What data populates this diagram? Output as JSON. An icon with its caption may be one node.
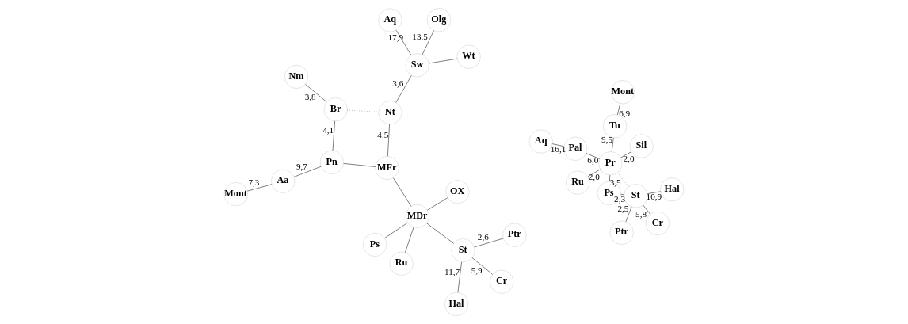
{
  "diagram": {
    "nodes": [
      {
        "text": [
          "Mont"
        ]
      },
      {
        "text": [
          "Tu"
        ]
      },
      {
        "text": [
          "Pal"
        ]
      },
      {
        "text": [
          "Aq"
        ]
      },
      {
        "text": [
          "Sil"
        ]
      },
      {
        "text": [
          "Pr"
        ]
      },
      {
        "text": [
          "Ru"
        ]
      },
      {
        "text": [
          "Hal"
        ]
      },
      {
        "text": [
          "Ps"
        ]
      },
      {
        "text": [
          "St"
        ]
      },
      {
        "text": [
          "Cr"
        ]
      },
      {
        "text": [
          "Ptr"
        ]
      },
      {
        "text": [
          "Mont"
        ]
      },
      {
        "text": [
          "Aa"
        ]
      },
      {
        "text": [
          "Br"
        ]
      },
      {
        "text": [
          "Nm"
        ]
      },
      {
        "text": [
          "OX"
        ]
      },
      {
        "text": [
          "Pn"
        ]
      },
      {
        "text": [
          "MFr"
        ]
      },
      {
        "text": [
          "Nt"
        ]
      },
      {
        "text": [
          "Ps"
        ]
      },
      {
        "text": [
          "MDr"
        ]
      },
      {
        "text": [
          "Ru"
        ]
      },
      {
        "text": [
          "St"
        ]
      },
      {
        "text": [
          "Sw"
        ]
      },
      {
        "text": [
          "Wt"
        ]
      },
      {
        "text": [
          "Ptr"
        ]
      },
      {
        "text": [
          "Cr"
        ]
      },
      {
        "text": [
          "Hal"
        ]
      },
      {
        "text": [
          "Olg"
        ]
      },
      {
        "text": [
          "Aq"
        ]
      }
    ],
    "edges": [
      {
        "from": 0,
        "to": 1,
        "arrow": "none",
        "label": "6,9"
      },
      {
        "from": 1,
        "to": 5,
        "arrow": "none",
        "label": "9,5"
      },
      {
        "from": 2,
        "to": 3,
        "arrow": "none",
        "label": "16,1"
      },
      {
        "from": 2,
        "to": 5,
        "arrow": "none",
        "label": "6,0"
      },
      {
        "from": 4,
        "to": 5,
        "arrow": "none",
        "label": "2,0"
      },
      {
        "from": 5,
        "to": 6,
        "arrow": "none",
        "label": "2,0"
      },
      {
        "from": 5,
        "to": 8,
        "arrow": "none",
        "label": "3,5"
      },
      {
        "from": 5,
        "to": 9,
        "arrow": "none",
        "style": "dashed"
      },
      {
        "from": 8,
        "to": 9,
        "arrow": "none",
        "label": "2,3"
      },
      {
        "from": 9,
        "to": 7,
        "arrow": "none",
        "label": "10,9"
      },
      {
        "from": 9,
        "to": 10,
        "arrow": "none",
        "label": "5,8"
      },
      {
        "from": 9,
        "to": 11,
        "arrow": "none",
        "label": "2,5"
      },
      {
        "from": 12,
        "to": 13,
        "arrow": "none",
        "label": "7,3"
      },
      {
        "from": 13,
        "to": 17,
        "arrow": "none",
        "label": "9,7"
      },
      {
        "from": 17,
        "to": 14,
        "arrow": "none",
        "label": "4,1"
      },
      {
        "from": 14,
        "to": 15,
        "arrow": "none",
        "label": "3,8"
      },
      {
        "from": 14,
        "to": 19,
        "arrow": "none",
        "style": "dashed"
      },
      {
        "from": 17,
        "to": 18,
        "arrow": "none"
      },
      {
        "from": 18,
        "to": 19,
        "arrow": "none",
        "label": "4,5"
      },
      {
        "from": 18,
        "to": 21,
        "arrow": "none"
      },
      {
        "from": 16,
        "to": 21,
        "arrow": "none"
      },
      {
        "from": 20,
        "to": 21,
        "arrow": "none"
      },
      {
        "from": 21,
        "to": 22,
        "arrow": "none"
      },
      {
        "from": 21,
        "to": 23,
        "arrow": "none"
      },
      {
        "from": 23,
        "to": 26,
        "arrow": "none",
        "label": "2,6"
      },
      {
        "from": 23,
        "to": 27,
        "arrow": "none",
        "label": "5,9"
      },
      {
        "from": 23,
        "to": 28,
        "arrow": "none",
        "label": "11,7"
      },
      {
        "from": 19,
        "to": 24,
        "arrow": "none",
        "label": "3,6"
      },
      {
        "from": 24,
        "to": 25,
        "arrow": "none"
      },
      {
        "from": 24,
        "to": 29,
        "arrow": "none",
        "label": "13,5"
      },
      {
        "from": 24,
        "to": 30,
        "arrow": "none",
        "label": "17,9"
      }
    ]
  }
}
